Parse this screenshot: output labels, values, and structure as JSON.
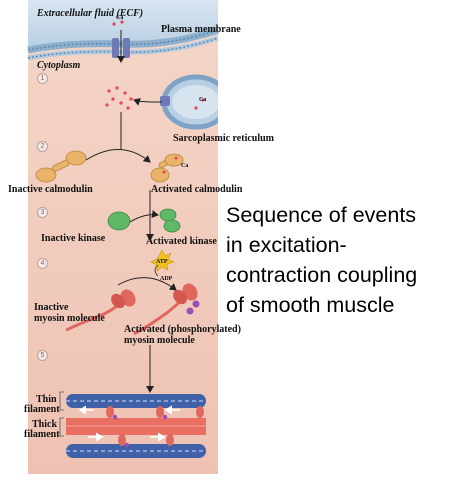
{
  "labels": {
    "ecf": "Extracellular fluid (ECF)",
    "plasma_membrane": "Plasma membrane",
    "cytoplasm": "Cytoplasm",
    "sarcoplasmic_reticulum": "Sarcoplasmic reticulum",
    "ca_ion": "Ca",
    "inactive_calmodulin": "Inactive calmodulin",
    "activated_calmodulin": "Activated calmodulin",
    "inactive_kinase": "Inactive kinase",
    "activated_kinase": "Activated kinase",
    "atp": "ATP",
    "adp": "ADP",
    "inactive_myosin_l1": "Inactive",
    "inactive_myosin_l2": "myosin molecule",
    "activated_myosin_l1": "Activated (phosphorylated)",
    "activated_myosin_l2": "myosin molecule",
    "thin_filament_l1": "Thin",
    "thin_filament_l2": "filament",
    "thick_filament_l1": "Thick",
    "thick_filament_l2": "filament"
  },
  "steps": [
    "1",
    "2",
    "3",
    "4",
    "5"
  ],
  "caption": "Sequence of events\nin excitation-\ncontraction coupling\nof smooth muscle",
  "colors": {
    "ecf_bg": "#c9dbe9",
    "cytoplasm_bg": "#f2cdbe",
    "membrane_head": "#7fa3c6",
    "channel": "#6f79b5",
    "calcium": "#e8425a",
    "calmodulin": "#e9b36a",
    "kinase": "#5fb768",
    "myosin": "#e0675e",
    "actin": "#2f4f97",
    "phosphate": "#9a4fb3",
    "atp": "#f3c21a"
  }
}
